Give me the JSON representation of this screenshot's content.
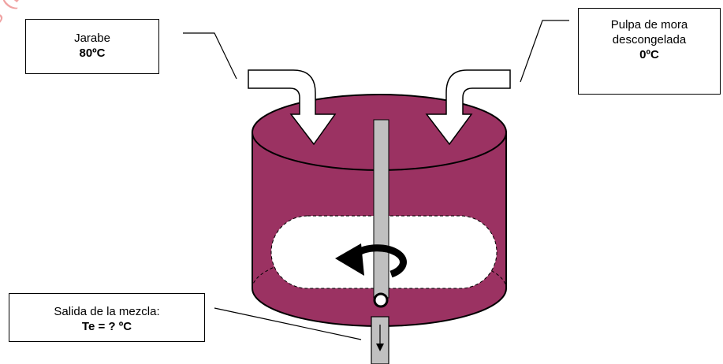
{
  "labels": {
    "jarabe": {
      "name": "Jarabe",
      "temperature": "80ºC"
    },
    "pulpa": {
      "name_line1": "Pulpa de mora",
      "name_line2": "descongelada",
      "temperature": "0ºC"
    },
    "salida": {
      "name": "Salida de la mezcla:",
      "temperature": "Te = ? ºC"
    }
  },
  "watermark": "AS (D",
  "colors": {
    "tank_fill": "#9b3262",
    "shaft": "#c0c0c0",
    "outline": "#000000",
    "arrow_fill": "#ffffff",
    "mixing_arrow": "#000000",
    "watermark": "#f0a2a2"
  },
  "icons": {
    "mixing": "circular-arrow-icon",
    "outlet": "down-arrow-icon"
  }
}
